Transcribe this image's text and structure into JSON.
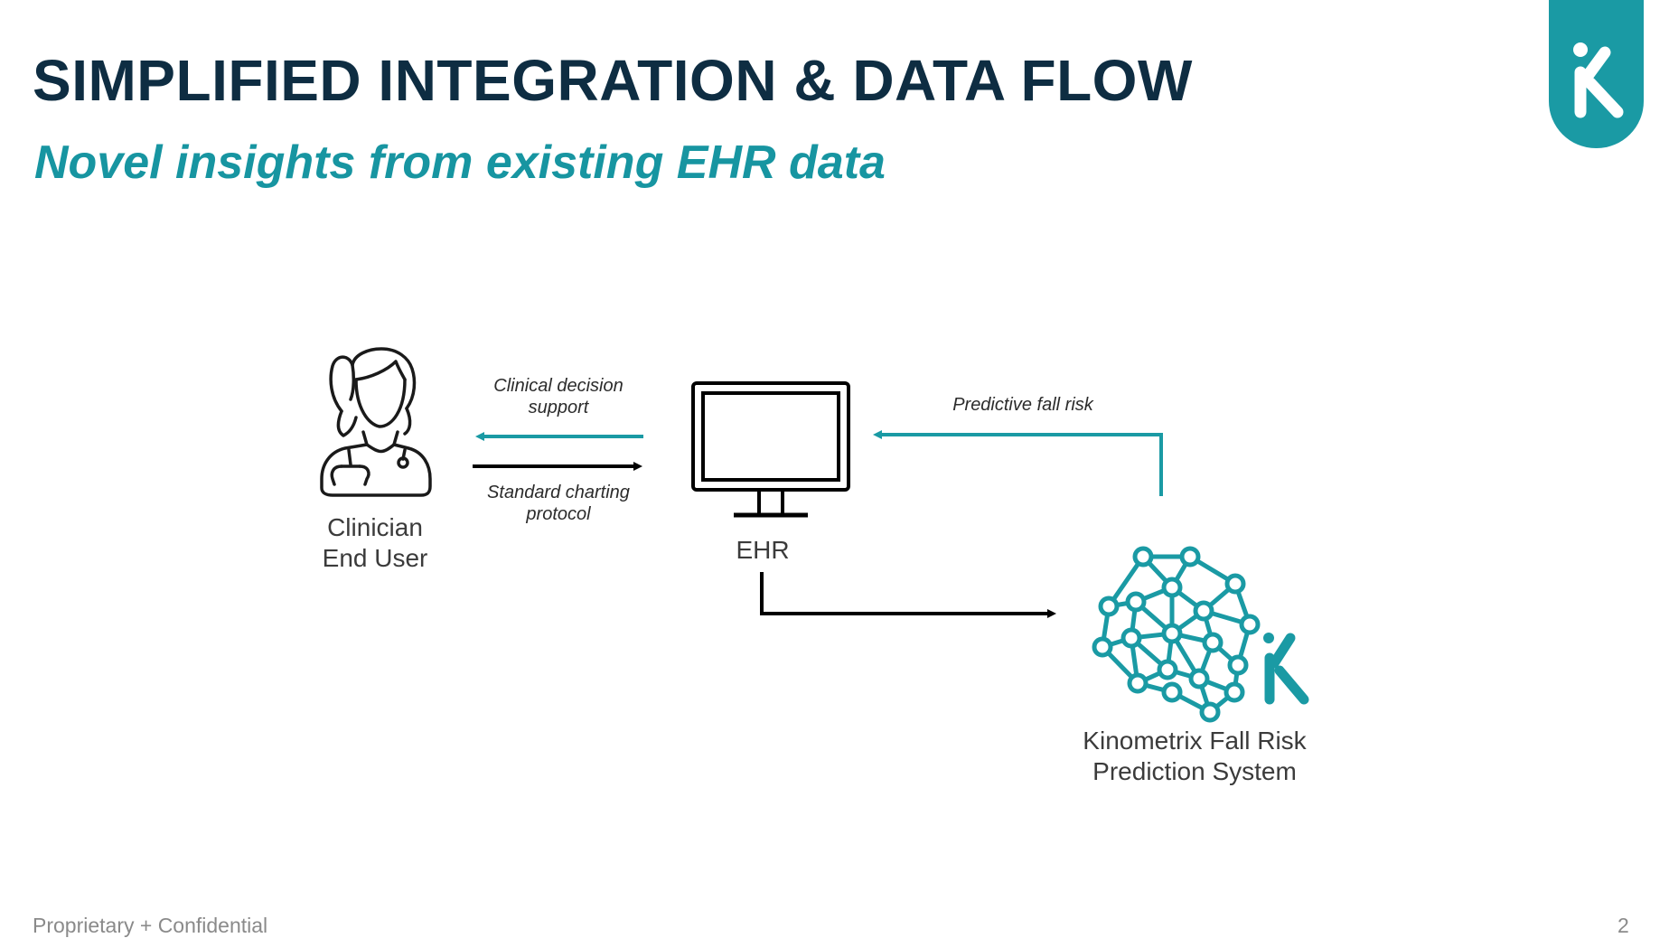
{
  "slide": {
    "title": "SIMPLIFIED INTEGRATION & DATA FLOW",
    "subtitle": "Novel insights from existing EHR data"
  },
  "nodes": {
    "clinician": {
      "line1": "Clinician",
      "line2": "End User",
      "icon": "doctor-icon"
    },
    "ehr": {
      "label": "EHR",
      "icon": "monitor-icon"
    },
    "kinometrix": {
      "line1": "Kinometrix Fall Risk",
      "line2": "Prediction System",
      "icon": "neural-brain-icon"
    }
  },
  "flows": {
    "ehr_to_clinician": {
      "line1": "Clinical decision",
      "line2": "support"
    },
    "clinician_to_ehr": {
      "line1": "Standard charting",
      "line2": "protocol"
    },
    "kinometrix_to_ehr": {
      "line1": "Predictive fall risk"
    }
  },
  "footer": {
    "confidential": "Proprietary + Confidential",
    "page_number": "2"
  },
  "colors": {
    "title": "#0e2d42",
    "accent": "#1a9aa4",
    "text_gray": "#3b3b3b",
    "footer_gray": "#8a8a8a"
  }
}
